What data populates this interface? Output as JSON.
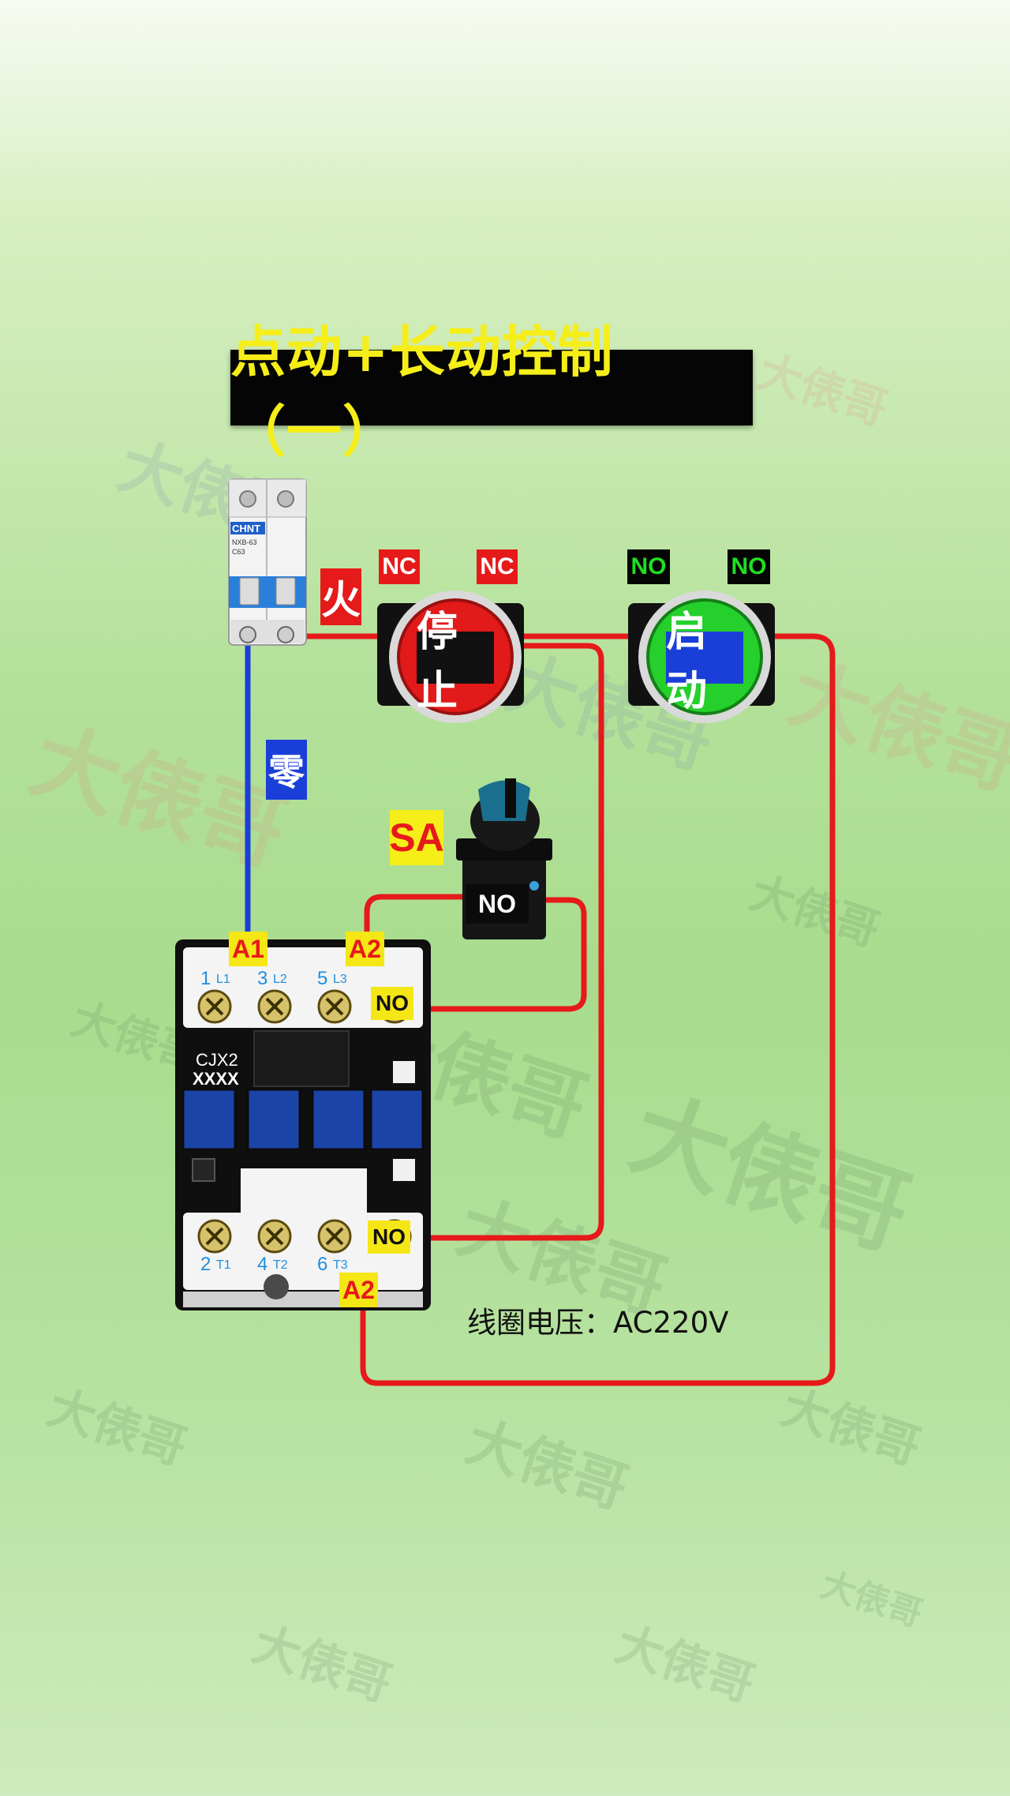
{
  "title": "点动+长动控制（一）",
  "labels": {
    "nc": "NC",
    "no": "NO",
    "fire": "火",
    "neutral": "零",
    "sa": "SA",
    "stop_button": "停止",
    "start_button": "启动",
    "a1": "A1",
    "a2": "A2"
  },
  "contactor": {
    "model_line1": "CJX2",
    "model_line2": "XXXX",
    "top_terminals": [
      "1",
      "L1",
      "3",
      "L2",
      "5",
      "L3"
    ],
    "bottom_terminals": [
      "2",
      "T1",
      "4",
      "T2",
      "6",
      "T3"
    ]
  },
  "breaker": {
    "brand": "CHNT",
    "model": "NXB-63",
    "rating": "C63"
  },
  "footnote": "线圈电压：AC220V",
  "watermark": "大俵哥",
  "colors": {
    "title_bg": "#050505",
    "title_text": "#f5ee19",
    "live_wire": "#e61a1a",
    "neutral_wire": "#1a3fd8",
    "stop_button": "#e01818",
    "start_button": "#22d02a"
  }
}
